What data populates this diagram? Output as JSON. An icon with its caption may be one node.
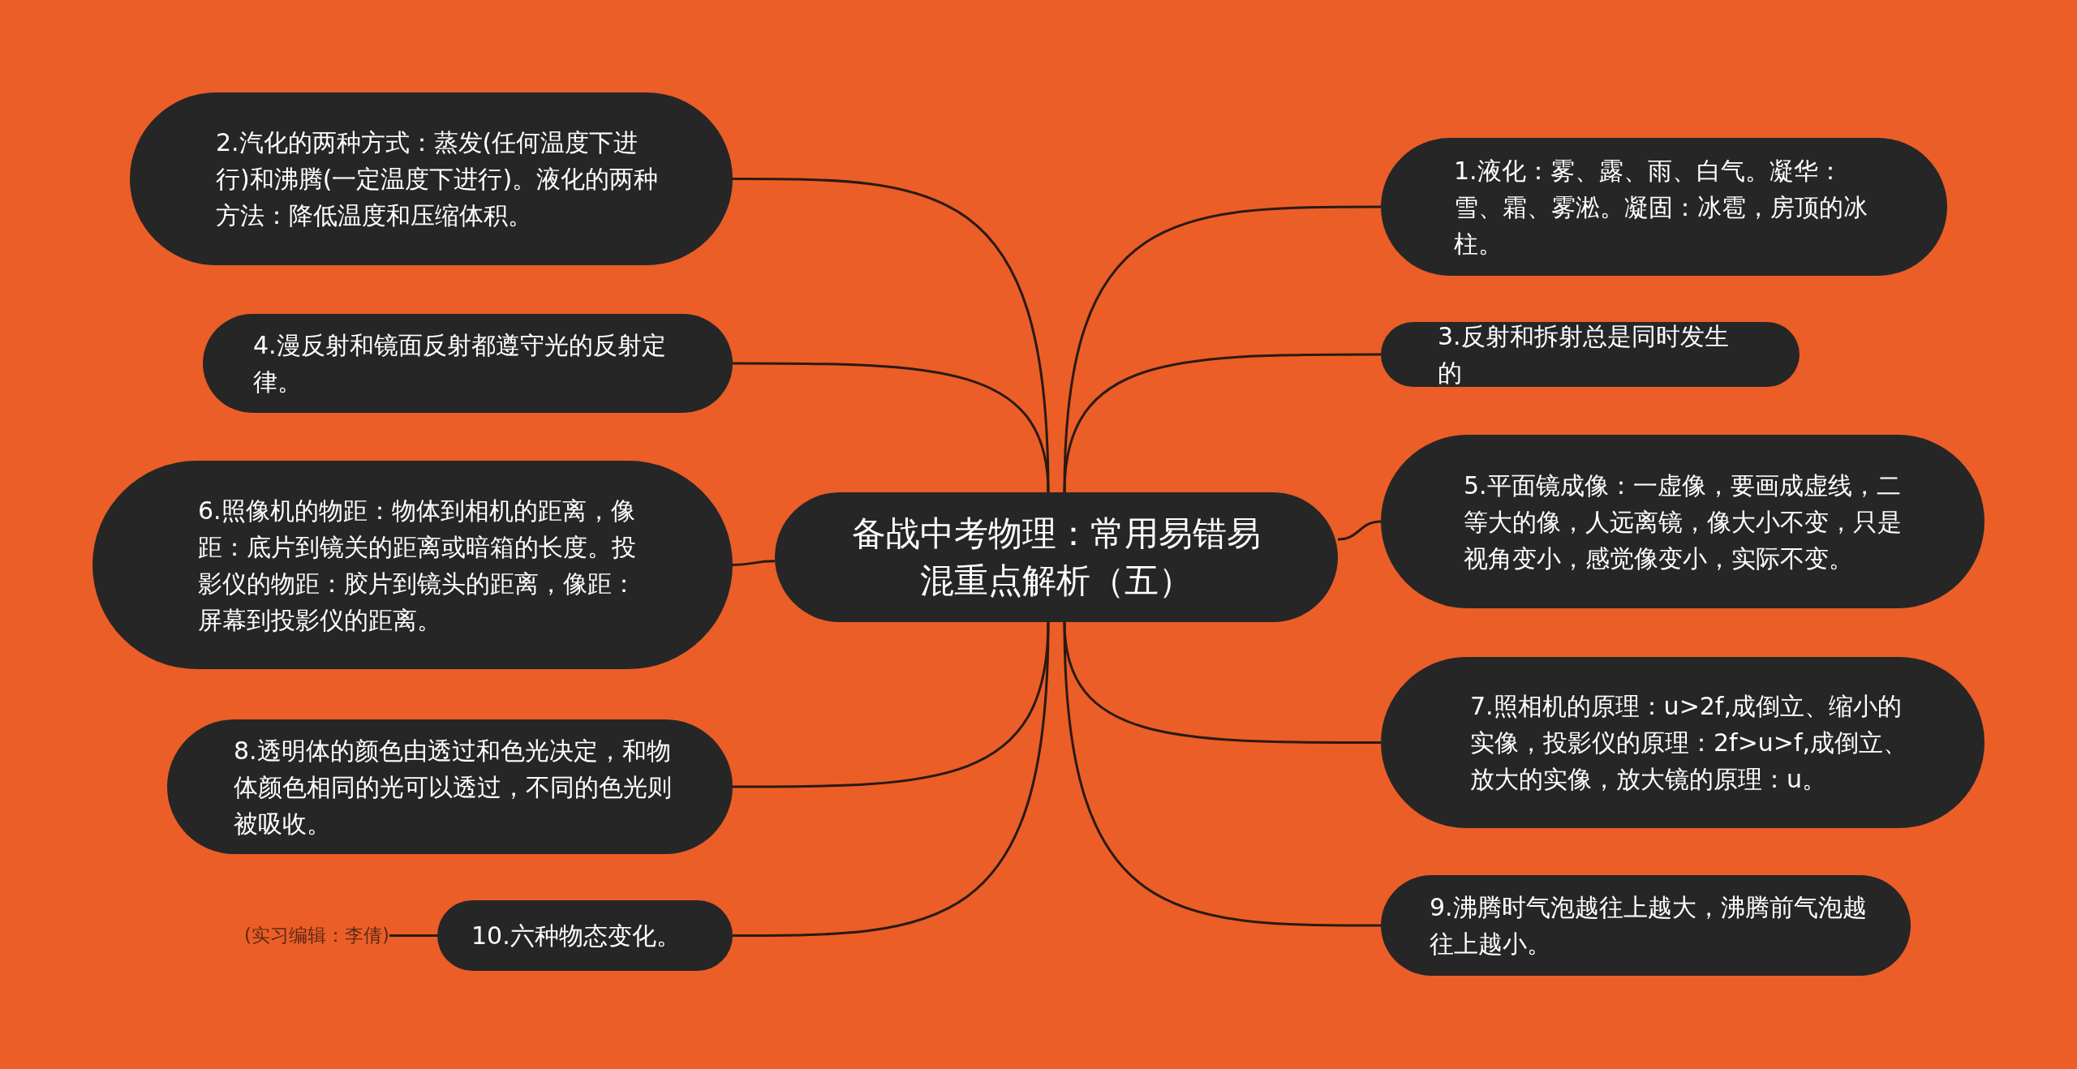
{
  "diagram": {
    "nodes": [
      {
        "text": [
          "备战中考物理：常用易错易混重点解析（五）"
        ]
      },
      {
        "text": [
          "1.液化：雾、露、雨、白气。凝华：雪、霜、雾淞。凝固：冰雹，房顶的冰柱。"
        ]
      },
      {
        "text": [
          "2.汽化的两种方式：蒸发(任何温度下进行)和沸腾(一定温度下进行)。液化的两种方法：降低温度和压缩体积。"
        ]
      },
      {
        "text": [
          "3.反射和拆射总是同时发生的"
        ]
      },
      {
        "text": [
          "4.漫反射和镜面反射都遵守光的反射定律。"
        ]
      },
      {
        "text": [
          "5.平面镜成像：一虚像，要画成虚线，二等大的像，人远离镜，像大小不变，只是视角变小，感觉像变小，实际不变。"
        ]
      },
      {
        "text": [
          "6.照像机的物距：物体到相机的距离，像距：底片到镜关的距离或暗箱的长度。投影仪的物距：胶片到镜头的距离，像距：屏幕到投影仪的距离。"
        ]
      },
      {
        "text": [
          "7.照相机的原理：u>2f,成倒立、缩小的实像，投影仪的原理：2f>u>f,成倒立、放大的实像，放大镜的原理：u。"
        ]
      },
      {
        "text": [
          "8.透明体的颜色由透过和色光决定，和物体颜色相同的光可以透过，不同的色光则被吸收。"
        ]
      },
      {
        "text": [
          "9.沸腾时气泡越往上越大，沸腾前气泡越往上越小。"
        ]
      },
      {
        "text": [
          "10.六种物态变化。"
        ]
      },
      {
        "text": [
          "(实习编辑：李倩)"
        ]
      }
    ],
    "edges": [
      {
        "from": 0,
        "to": 1,
        "arrow": "none"
      },
      {
        "from": 0,
        "to": 2,
        "arrow": "none"
      },
      {
        "from": 0,
        "to": 3,
        "arrow": "none"
      },
      {
        "from": 0,
        "to": 4,
        "arrow": "none"
      },
      {
        "from": 0,
        "to": 5,
        "arrow": "none"
      },
      {
        "from": 0,
        "to": 6,
        "arrow": "none"
      },
      {
        "from": 0,
        "to": 7,
        "arrow": "none"
      },
      {
        "from": 0,
        "to": 8,
        "arrow": "none"
      },
      {
        "from": 0,
        "to": 9,
        "arrow": "none"
      },
      {
        "from": 0,
        "to": 10,
        "arrow": "none"
      },
      {
        "from": 10,
        "to": 11,
        "arrow": "none"
      }
    ]
  }
}
